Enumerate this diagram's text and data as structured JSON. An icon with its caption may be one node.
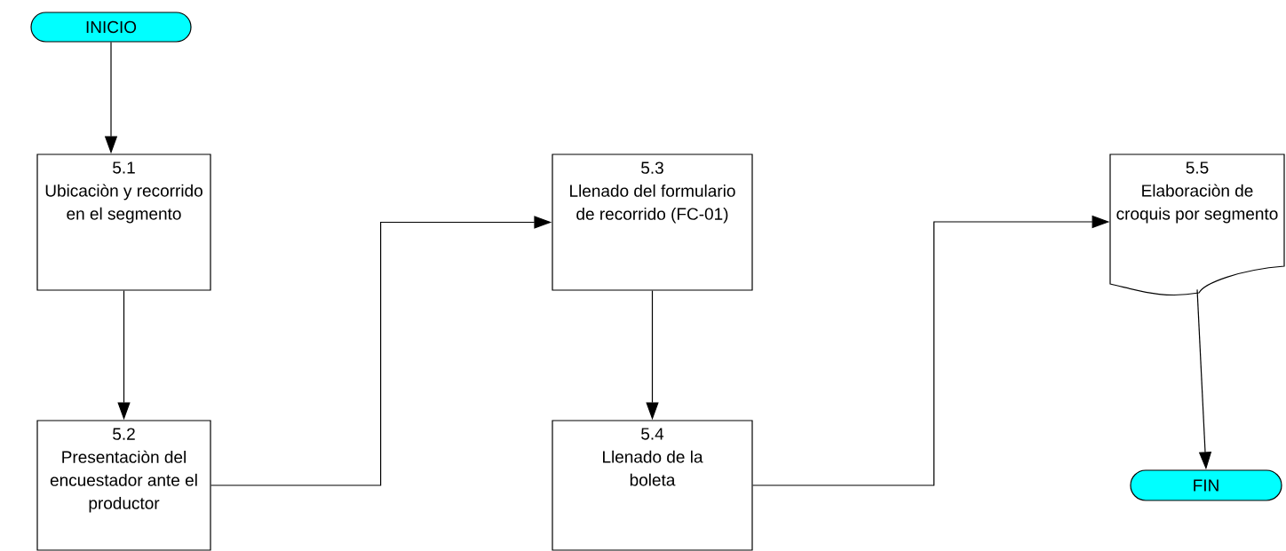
{
  "diagram": {
    "nodes": [
      {
        "text": [
          "INICIO"
        ]
      },
      {
        "text": [
          "5.1",
          "Ubicaciòn y recorrido en el segmento"
        ]
      },
      {
        "text": [
          "5.2",
          "Presentaciòn del encuestador ante el productor"
        ]
      },
      {
        "text": [
          "5.3",
          "Llenado del formulario de recorrido (FC-01)"
        ]
      },
      {
        "text": [
          "5.4",
          "Llenado de la boleta"
        ]
      },
      {
        "text": [
          "5.5",
          "Elaboraciòn de croquis por segmento"
        ]
      },
      {
        "text": [
          "FIN"
        ]
      }
    ],
    "edges": [
      {
        "from": 0,
        "to": 1,
        "arrow": "to"
      },
      {
        "from": 1,
        "to": 2,
        "arrow": "to"
      },
      {
        "from": 2,
        "to": 3,
        "arrow": "to"
      },
      {
        "from": 3,
        "to": 4,
        "arrow": "to"
      },
      {
        "from": 4,
        "to": 5,
        "arrow": "to"
      },
      {
        "from": 5,
        "to": 6,
        "arrow": "to"
      }
    ]
  }
}
